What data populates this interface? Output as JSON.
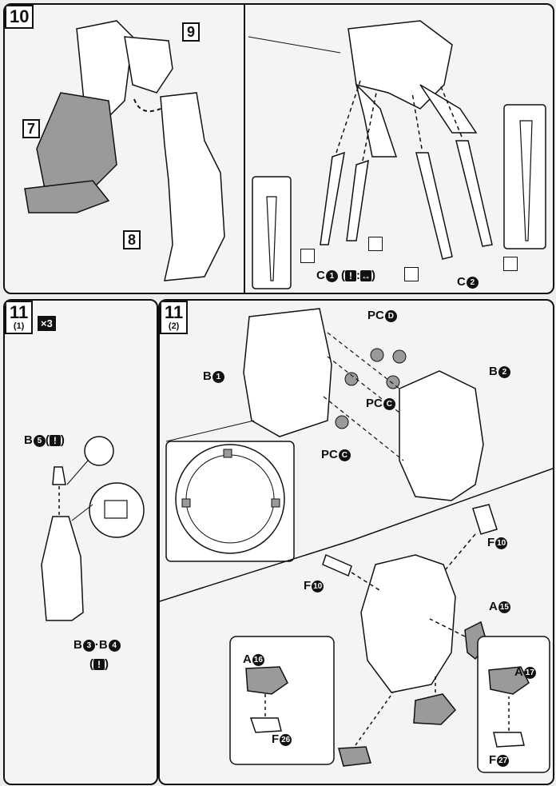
{
  "step10": {
    "number": "10",
    "parts": {
      "p7": "7",
      "p8": "8",
      "p9": "9"
    },
    "c1": {
      "prefix": "C",
      "num": "1"
    },
    "c2": {
      "prefix": "C",
      "num": "2"
    }
  },
  "step11_1": {
    "number": "11",
    "sub": "(1)",
    "multiplier": "×3",
    "b5": {
      "prefix": "B",
      "num": "5"
    },
    "b3b4": {
      "text1": "B",
      "n1": "3",
      "sep": "·",
      "text2": "B",
      "n2": "4"
    }
  },
  "step11_2": {
    "number": "11",
    "sub": "(2)",
    "b1": {
      "prefix": "B",
      "num": "1"
    },
    "b2": {
      "prefix": "B",
      "num": "2"
    },
    "pcd": {
      "prefix": "PC",
      "num": "D"
    },
    "pcc1": {
      "prefix": "PC",
      "num": "C"
    },
    "pcc2": {
      "prefix": "PC",
      "num": "C"
    },
    "f10a": {
      "prefix": "F",
      "num": "10"
    },
    "f10b": {
      "prefix": "F",
      "num": "10"
    },
    "a15": {
      "prefix": "A",
      "num": "15"
    },
    "a16": {
      "prefix": "A",
      "num": "16"
    },
    "a17": {
      "prefix": "A",
      "num": "17"
    },
    "f26": {
      "prefix": "F",
      "num": "26"
    },
    "f27": {
      "prefix": "F",
      "num": "27"
    }
  },
  "colors": {
    "ink": "#111111",
    "paper": "#f4f4f4",
    "shade": "#9a9a9a"
  }
}
